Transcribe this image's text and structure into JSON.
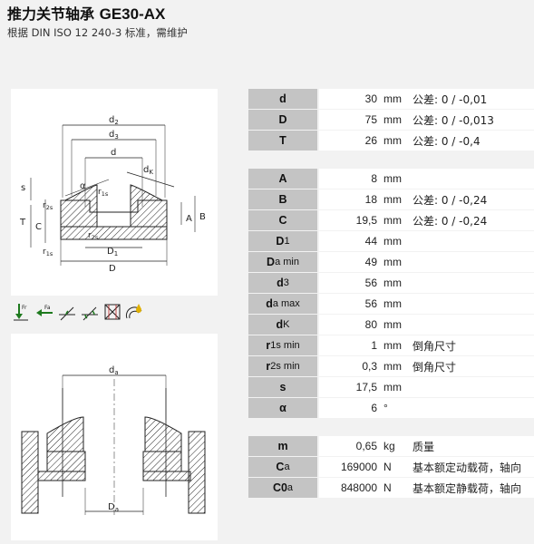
{
  "header": {
    "title_cn": "推力关节轴承",
    "title_model": "GE30-AX",
    "subtitle": "根据 DIN ISO 12 240-3 标准，需维护"
  },
  "drawing_top": {
    "labels": {
      "d2": "d",
      "d2_sub": "2",
      "d3": "d",
      "d3_sub": "3",
      "d": "d",
      "dK": "d",
      "dK_sub": "K",
      "alpha": "α",
      "s": "s",
      "r1s": "r",
      "r1s_sub": "1s",
      "r2s": "r",
      "r2s_sub": "2s",
      "r2s_b": "r",
      "r2s_b_sub": "2s",
      "r1s_b": "r",
      "r1s_b_sub": "1s",
      "T": "T",
      "C": "C",
      "A": "A",
      "B": "B",
      "D1": "D",
      "D1_sub": "1",
      "D": "D"
    }
  },
  "drawing_bottom": {
    "labels": {
      "da": "d",
      "da_sub": "a",
      "Da": "D",
      "Da_sub": "a"
    }
  },
  "icons": [
    "axial-load-icon",
    "radial-load-icon",
    "angle-icon",
    "misalignment-icon",
    "hatched-box-icon",
    "lubrication-icon"
  ],
  "icon_labels": {
    "Fr": "Fr",
    "Fa": "Fa"
  },
  "table1": [
    {
      "label": "d",
      "value": "30",
      "unit": "mm",
      "note": "公差: 0 / -0,01"
    },
    {
      "label": "D",
      "value": "75",
      "unit": "mm",
      "note": "公差: 0 / -0,013"
    },
    {
      "label": "T",
      "value": "26",
      "unit": "mm",
      "note": "公差: 0 / -0,4"
    }
  ],
  "table2": [
    {
      "label": "A",
      "sub": "",
      "value": "8",
      "unit": "mm",
      "note": ""
    },
    {
      "label": "B",
      "sub": "",
      "value": "18",
      "unit": "mm",
      "note": "公差: 0 / -0,24"
    },
    {
      "label": "C",
      "sub": "",
      "value": "19,5",
      "unit": "mm",
      "note": "公差: 0 / -0,24"
    },
    {
      "label": "D",
      "sub": "1",
      "value": "44",
      "unit": "mm",
      "note": ""
    },
    {
      "label": "D",
      "sub": "a min",
      "value": "49",
      "unit": "mm",
      "note": ""
    },
    {
      "label": "d",
      "sub": "3",
      "value": "56",
      "unit": "mm",
      "note": ""
    },
    {
      "label": "d",
      "sub": "a max",
      "value": "56",
      "unit": "mm",
      "note": ""
    },
    {
      "label": "d",
      "sub": "K",
      "value": "80",
      "unit": "mm",
      "note": ""
    },
    {
      "label": "r",
      "sub": "1s min",
      "value": "1",
      "unit": "mm",
      "note": "倒角尺寸"
    },
    {
      "label": "r",
      "sub": "2s min",
      "value": "0,3",
      "unit": "mm",
      "note": "倒角尺寸"
    },
    {
      "label": "s",
      "sub": "",
      "value": "17,5",
      "unit": "mm",
      "note": ""
    },
    {
      "label": "α",
      "sub": "",
      "value": "6",
      "unit": "°",
      "note": ""
    }
  ],
  "table3": [
    {
      "label": "m",
      "sub": "",
      "value": "0,65",
      "unit": "kg",
      "note": "质量"
    },
    {
      "label": "C",
      "sub": "a",
      "value": "169000",
      "unit": "N",
      "note": "基本额定动载荷，轴向"
    },
    {
      "label": "C0",
      "sub": "a",
      "value": "848000",
      "unit": "N",
      "note": "基本额定静载荷，轴向"
    }
  ]
}
